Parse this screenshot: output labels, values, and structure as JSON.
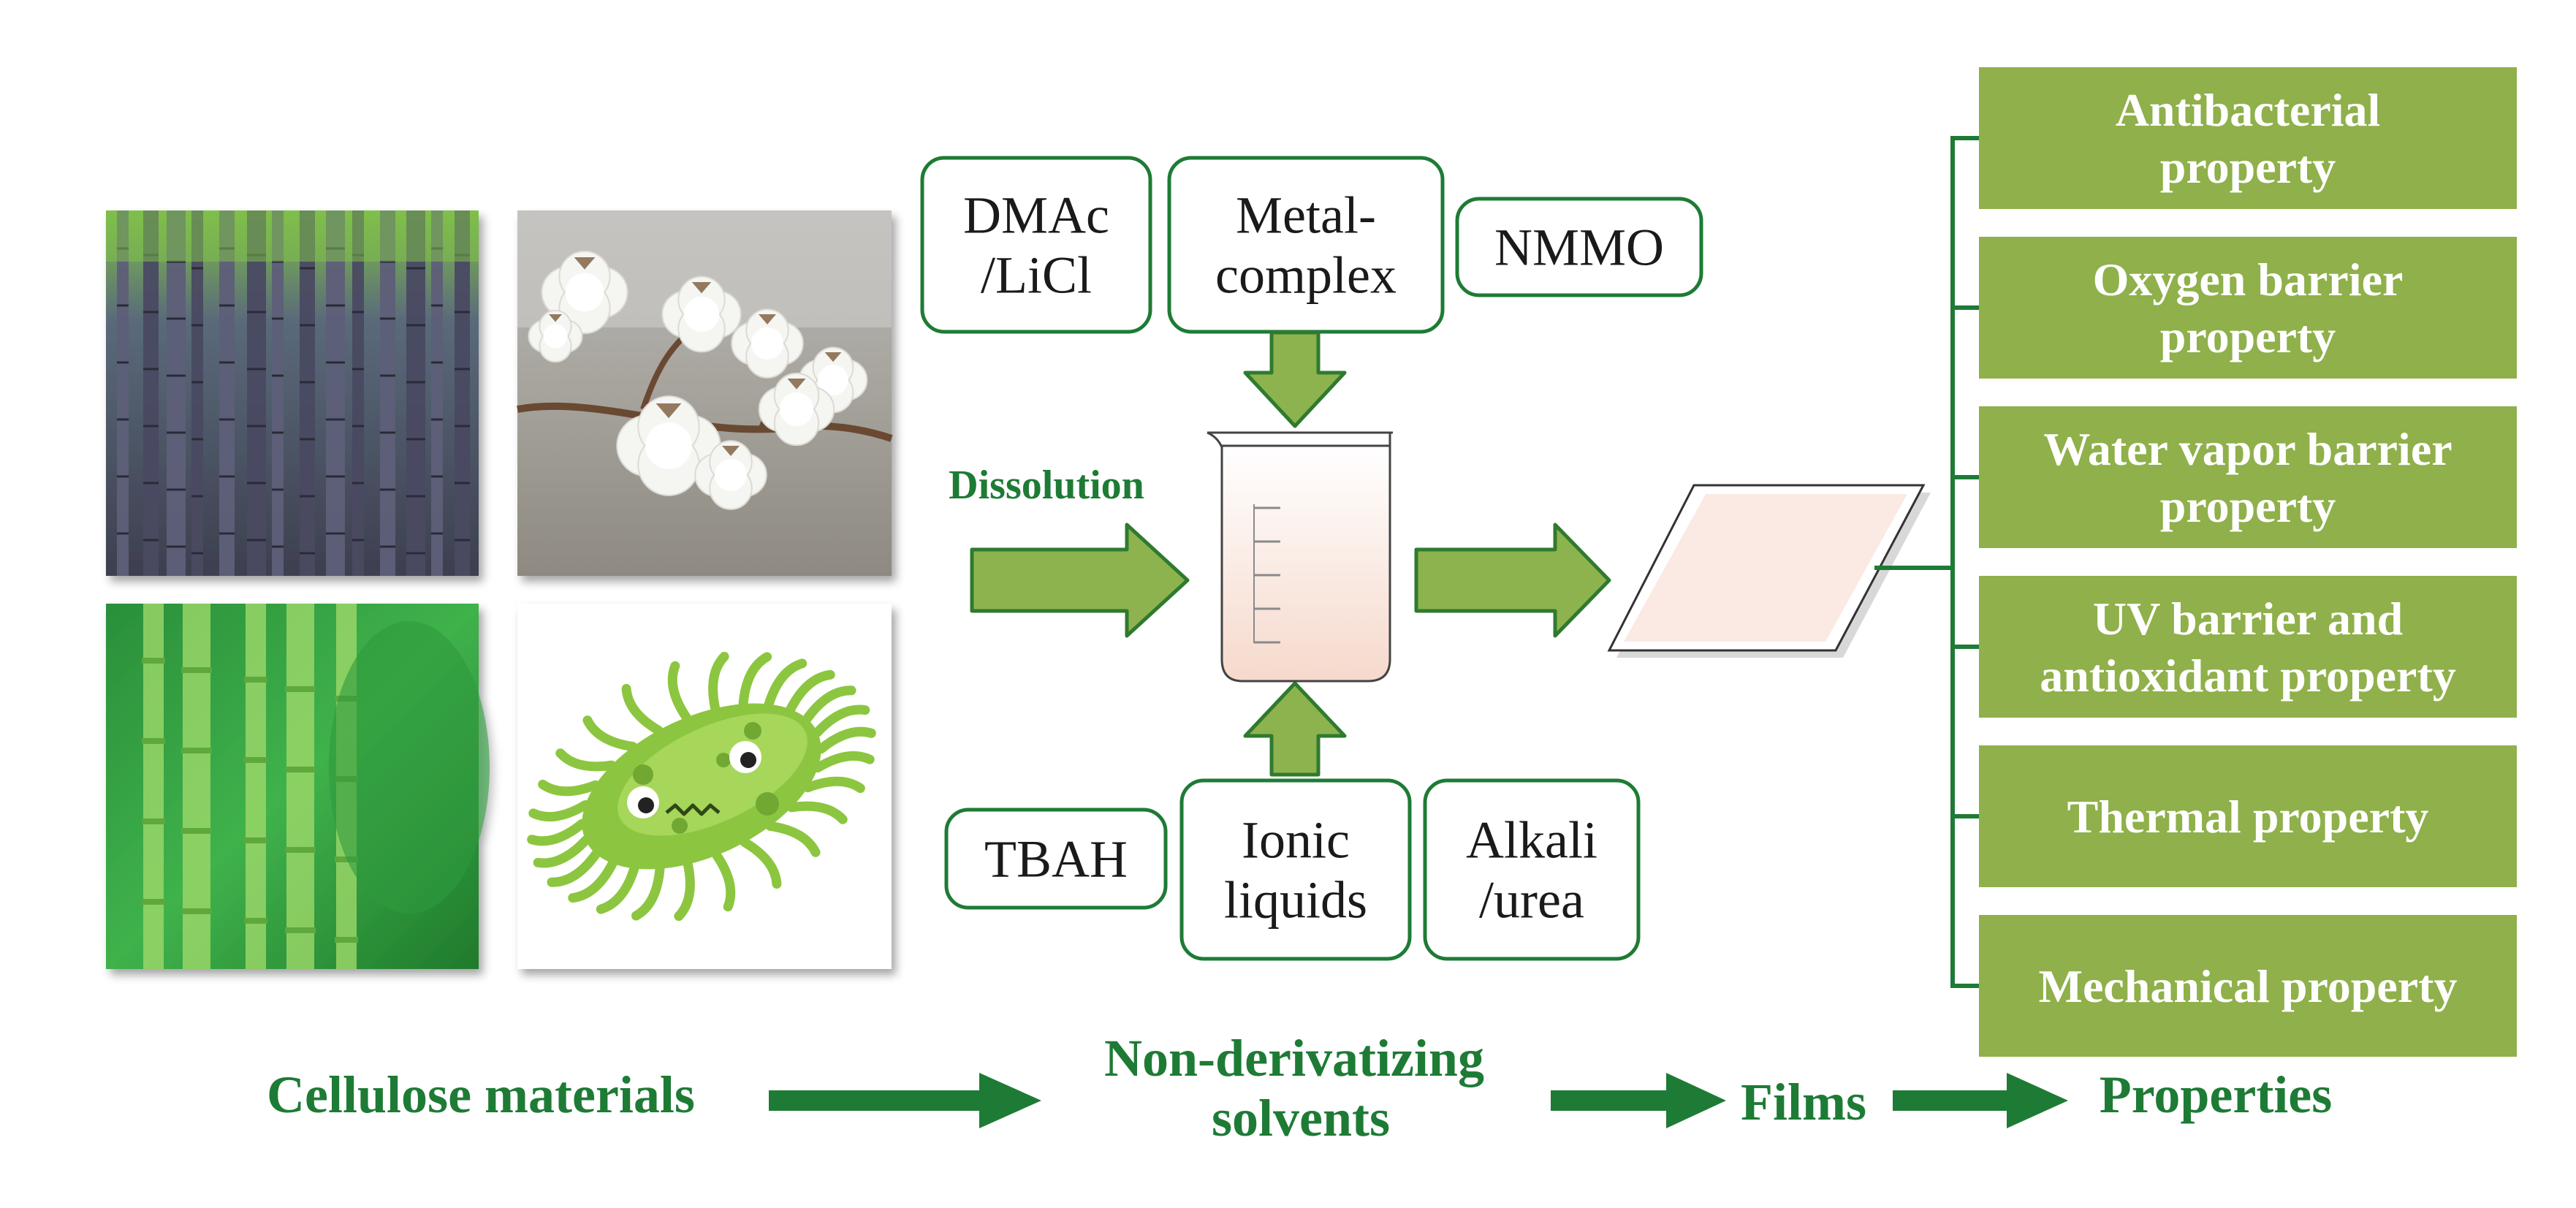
{
  "images": [
    {
      "name": "sugarcane-photo"
    },
    {
      "name": "cotton-photo"
    },
    {
      "name": "bamboo-photo"
    },
    {
      "name": "bacteria-illustration"
    }
  ],
  "solvents_top": [
    {
      "lines": [
        "DMAc",
        "/LiCl"
      ]
    },
    {
      "lines": [
        "Metal-",
        "complex"
      ]
    },
    {
      "lines": [
        "NMMO"
      ]
    }
  ],
  "solvents_bottom": [
    {
      "lines": [
        "TBAH"
      ]
    },
    {
      "lines": [
        "Ionic",
        "liquids"
      ]
    },
    {
      "lines": [
        "Alkali",
        "/urea"
      ]
    }
  ],
  "dissolution_label": "Dissolution",
  "properties": [
    {
      "lines": [
        "Antibacterial",
        "property"
      ]
    },
    {
      "lines": [
        "Oxygen barrier",
        "property"
      ]
    },
    {
      "lines": [
        "Water vapor barrier",
        "property"
      ]
    },
    {
      "lines": [
        "UV barrier and",
        "antioxidant property"
      ]
    },
    {
      "lines": [
        "Thermal property"
      ]
    },
    {
      "lines": [
        "Mechanical property"
      ]
    }
  ],
  "flow": {
    "cellulose": "Cellulose materials",
    "solvents": [
      "Non-derivatizing",
      "solvents"
    ],
    "films": "Films",
    "properties": "Properties"
  },
  "colors": {
    "dark_green": "#1e7b35",
    "box_green": "#8fb04a",
    "arrow_fill": "#8db34e",
    "arrow_stroke": "#2f7a2f",
    "text_dark": "#1a1a1a",
    "film_fill": "#fbe9e4"
  }
}
